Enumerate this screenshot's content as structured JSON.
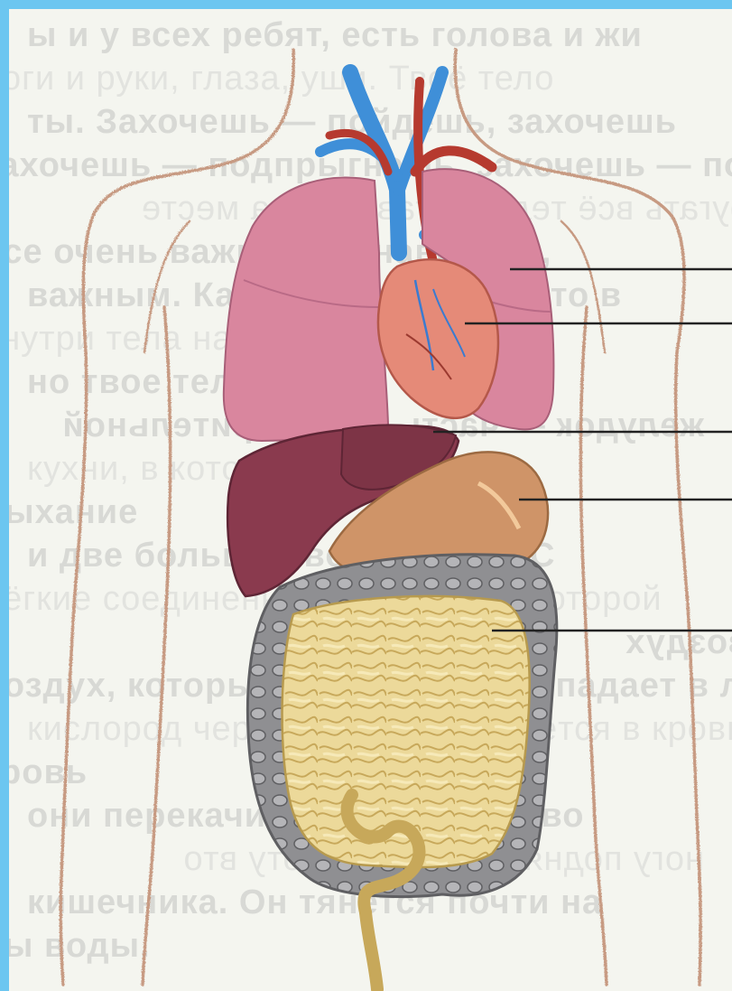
{
  "figure": {
    "subject": "human torso with internal organs (lungs, heart, liver, stomach, intestines)",
    "background_text_lines": [
      "ы и у всех ребят, есть голова и жи",
      "ноги и руки, глаза, уши. Твоё тело",
      "ты. Захочешь — пойдёшь, захочешь",
      "захочешь — подпрыгнешь, захочешь — по",
      "ругать всё тело, оставаясь на месте",
      "все очень важны, но, наверное,",
      "важным. Как ты думаешь, к это в",
      "внутри тела находятся органы",
      "но твое тело",
      "желудок — часть пищеварительной",
      "кухни, в которой пищу",
      "дыхание",
      "и две больших воздушных. С",
      "лёгкие соединены с трахеей, по которой",
      "воздух",
      "воздух, которым мы дышим, попадает в лёгкие. Как",
      "кислород через стенки передаётся в кровь",
      "кровь",
      "они перекачивают воздух, а во",
      "ногу подняли бы на высоту вто",
      "кишечника. Он тянется почти на",
      "ны воды."
    ],
    "colors": {
      "frame": "#6cc6f0",
      "page": "#f4f5ef",
      "lungs": "#d9869e",
      "heart": "#e58a78",
      "liver": "#8a3a4e",
      "stomach": "#cf9468",
      "small_intestine": "#ecd99a",
      "large_intestine": "#8f8f92",
      "vein": "#3f8fd8",
      "artery": "#b63a2f",
      "skin_outline": "#c79a82",
      "pointer_line": "#222222"
    },
    "pointer_lines": [
      {
        "target": "lungs",
        "label": ""
      },
      {
        "target": "heart",
        "label": ""
      },
      {
        "target": "liver",
        "label": ""
      },
      {
        "target": "stomach",
        "label": ""
      },
      {
        "target": "intestines",
        "label": ""
      }
    ]
  }
}
